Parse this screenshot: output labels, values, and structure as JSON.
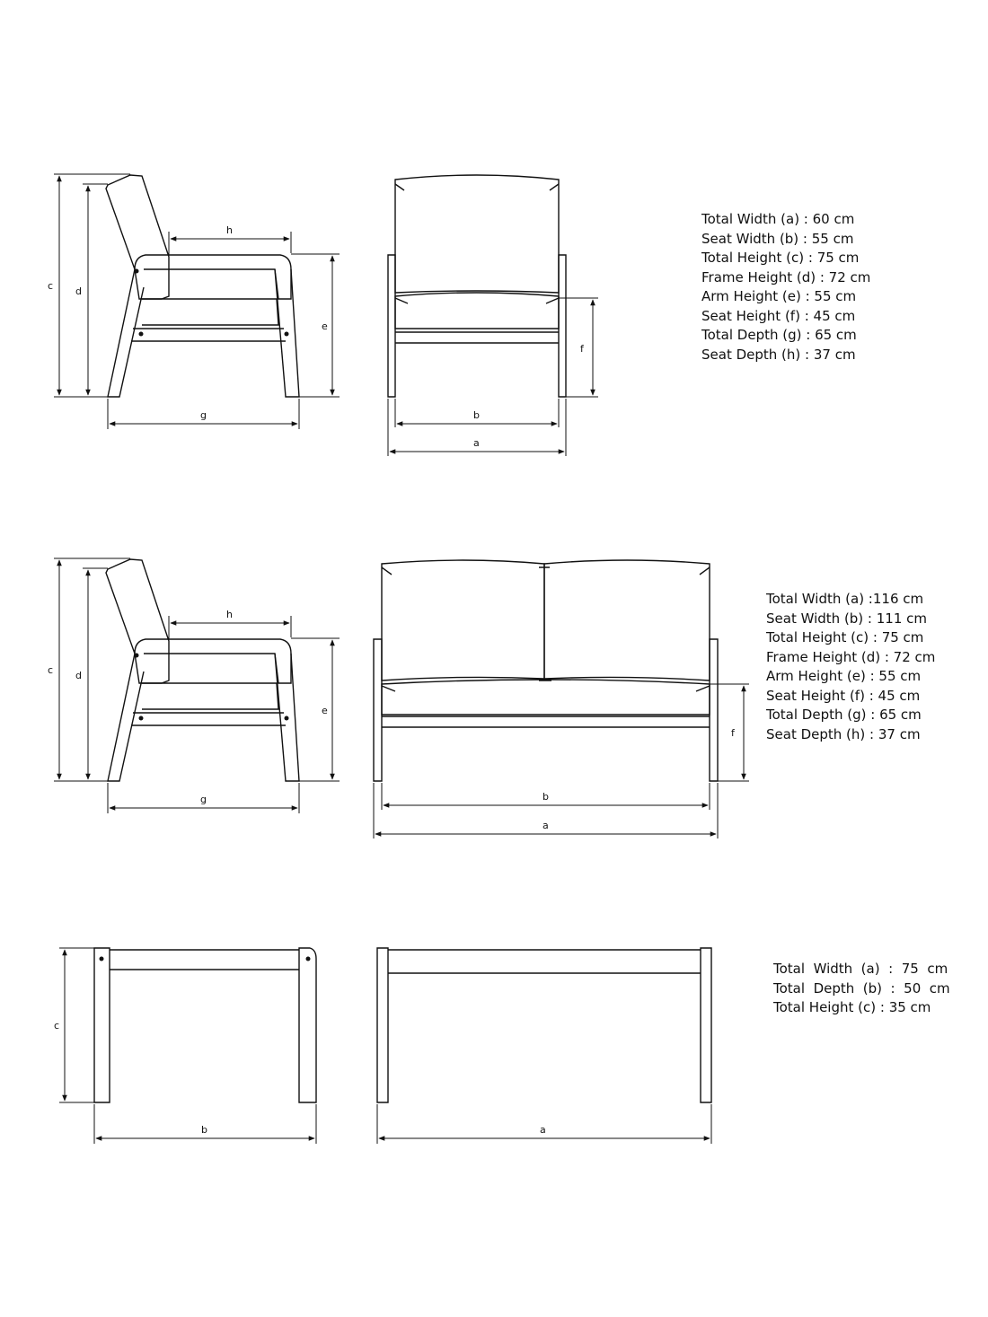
{
  "chair": {
    "labels": {
      "a": "a",
      "b": "b",
      "c": "c",
      "d": "d",
      "e": "e",
      "f": "f",
      "g": "g",
      "h": "h"
    },
    "specs": [
      "Total Width (a) : 60 cm",
      "Seat Width (b) : 55 cm",
      "Total Height (c) : 75 cm",
      "Frame Height (d) : 72 cm",
      "Arm Height (e) : 55 cm",
      "Seat Height (f) : 45 cm",
      "Total Depth (g) : 65 cm",
      "Seat Depth (h) : 37 cm"
    ]
  },
  "sofa": {
    "labels": {
      "a": "a",
      "b": "b",
      "c": "c",
      "d": "d",
      "e": "e",
      "f": "f",
      "g": "g",
      "h": "h"
    },
    "specs": [
      "Total Width (a) :116 cm",
      "Seat Width (b) : 111 cm",
      "Total Height (c) : 75 cm",
      "Frame Height (d) : 72 cm",
      "Arm Height (e) : 55 cm",
      "Seat Height (f) : 45 cm",
      "Total Depth (g) : 65 cm",
      "Seat Depth (h) : 37 cm"
    ]
  },
  "table": {
    "labels": {
      "a": "a",
      "b": "b",
      "c": "c"
    },
    "specs": [
      "Total  Width  (a)  :  75  cm",
      "Total  Depth  (b)  :  50  cm",
      "Total Height (c) : 35 cm"
    ]
  }
}
